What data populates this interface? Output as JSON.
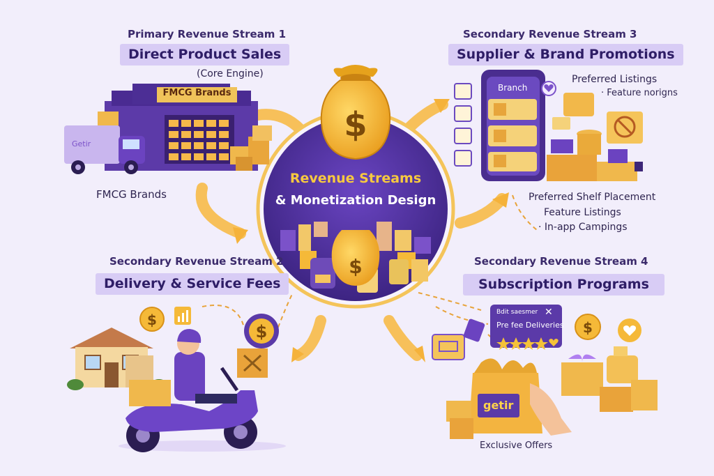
{
  "hub": {
    "title_line1": "Revenue Streams",
    "title_line2": "& Monetization Design",
    "title_color": "#f7c93f",
    "circle_color": "#4a2d8f"
  },
  "stream1": {
    "kicker": "Primary Revenue Stream 1",
    "title": "Direct Product Sales",
    "subtitle": "(Core Engine)",
    "store_sign": "FMCG Brands",
    "truck_text": "Getir",
    "caption": "FMCG Brands"
  },
  "stream2": {
    "kicker": "Secondary Revenue Stream 2",
    "title": "Delivery & Service Fees"
  },
  "stream3": {
    "kicker": "Secondary Revenue Stream 3",
    "title": "Supplier & Brand Promotions",
    "phone_header": "Branch",
    "note_preferred_listings": "Preferred Listings",
    "note_feature": "· Feature norigns",
    "note_shelf": "Preferred Shelf Placement",
    "note_feature_listings": "Feature Listings",
    "note_inapp": "· In-app Campings"
  },
  "stream4": {
    "kicker": "Secondary Revenue Stream 4",
    "title": "Subscription Programs",
    "card_top": "Bdit saesmer",
    "card_mid": "Pre fee Deliveries",
    "bag_label": "getir",
    "caption": "Exclusive Offers"
  },
  "colors": {
    "purple": "#5b3aa8",
    "dark_purple": "#3b2578",
    "gold": "#f5b938",
    "pill": "#d8ccf5",
    "background": "#f2eefb"
  },
  "icons": [
    "money-bag-icon",
    "dollar-coin-icon",
    "store-icon",
    "truck-icon",
    "phone-icon",
    "scooter-icon",
    "house-icon",
    "shopping-bag-icon",
    "box-icon",
    "heart-icon",
    "star-icon",
    "close-icon",
    "chart-icon"
  ]
}
